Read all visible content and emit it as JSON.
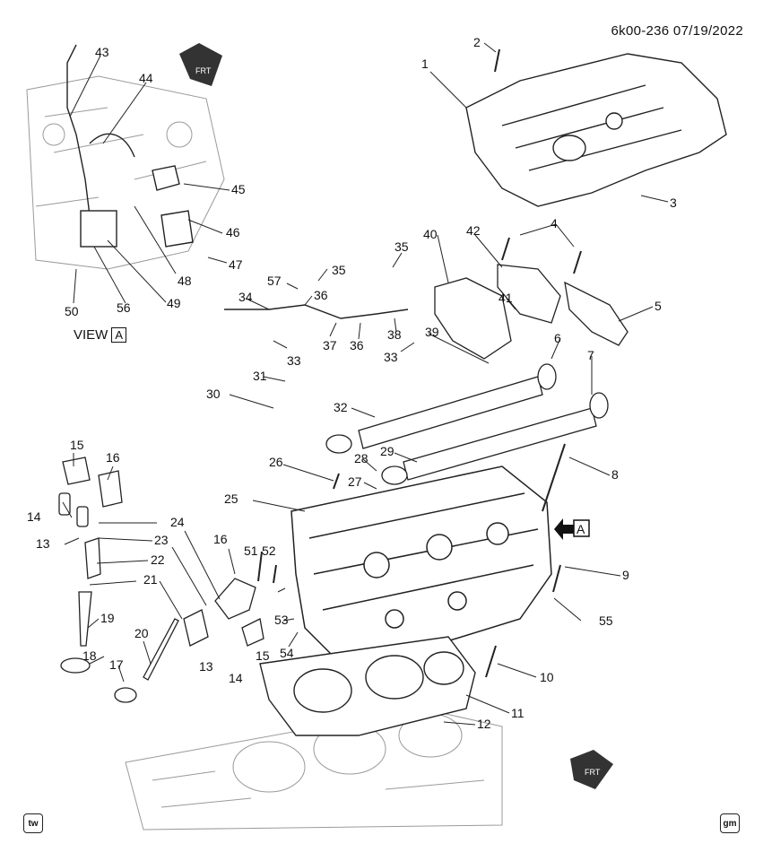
{
  "header": {
    "diagram_code": "6k00-236",
    "date": "07/19/2022"
  },
  "view_label": {
    "prefix": "VIEW",
    "letter": "A"
  },
  "view_arrow_letter": "A",
  "front_arrows": [
    "FRT",
    "FRT"
  ],
  "footer": {
    "left_badge": "tw",
    "right_badge": "gm"
  },
  "callouts": [
    "1",
    "2",
    "3",
    "4",
    "5",
    "6",
    "7",
    "8",
    "9",
    "10",
    "11",
    "12",
    "13",
    "14",
    "15",
    "16",
    "17",
    "18",
    "19",
    "20",
    "21",
    "22",
    "23",
    "24",
    "25",
    "26",
    "27",
    "28",
    "29",
    "30",
    "31",
    "32",
    "33",
    "34",
    "35",
    "36",
    "37",
    "38",
    "39",
    "40",
    "41",
    "42",
    "43",
    "44",
    "45",
    "46",
    "47",
    "48",
    "49",
    "50",
    "51",
    "52",
    "53",
    "54",
    "55",
    "56",
    "57"
  ],
  "colors": {
    "line": "#222222",
    "part_fill": "#ffffff",
    "ghost_line": "#9a9a9a",
    "text": "#111111"
  }
}
